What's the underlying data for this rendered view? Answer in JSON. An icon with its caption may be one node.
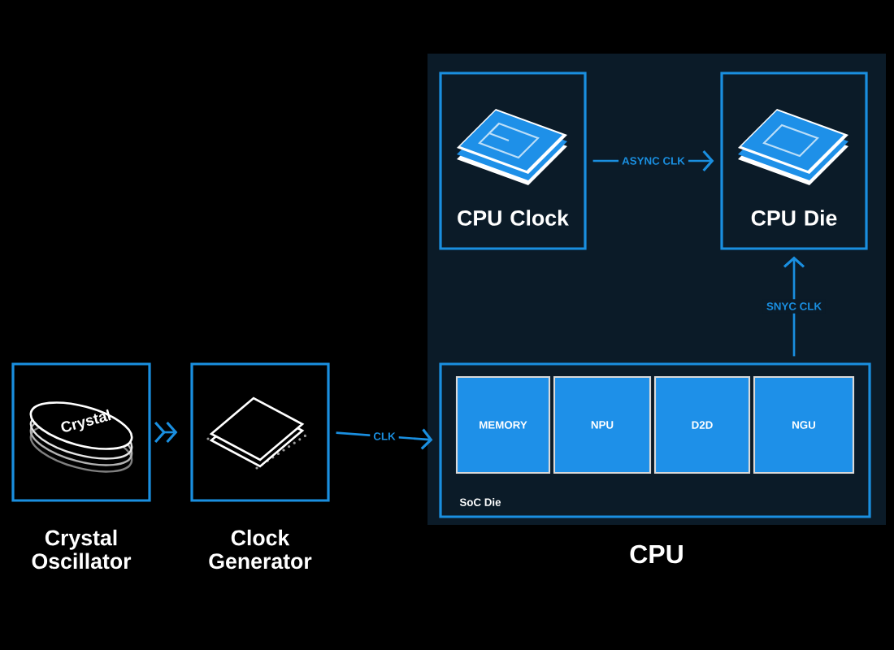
{
  "diagram": {
    "nodes": [
      {
        "text": [
          "CPU"
        ]
      },
      {
        "text": [
          "Crystal",
          "Crystal Oscillator"
        ]
      },
      {
        "text": [
          "Clock Generator"
        ]
      },
      {
        "text": [
          "CPU Clock"
        ],
        "in": 0
      },
      {
        "text": [
          "CPU Die"
        ],
        "in": 0
      },
      {
        "text": [
          "SoC Die"
        ],
        "in": 0
      },
      {
        "text": [
          "MEMORY"
        ],
        "in": 5
      },
      {
        "text": [
          "NPU"
        ],
        "in": 5
      },
      {
        "text": [
          "D2D"
        ],
        "in": 5
      },
      {
        "text": [
          "NGU"
        ],
        "in": 5
      }
    ],
    "edges": [
      {
        "from": 1,
        "to": 2,
        "arrow": "to"
      },
      {
        "from": 2,
        "to": 5,
        "arrow": "to",
        "label": "CLK"
      },
      {
        "from": 3,
        "to": 4,
        "arrow": "to",
        "label": "ASYNC CLK"
      },
      {
        "from": 5,
        "to": 4,
        "arrow": "to",
        "label": "SNYC CLK"
      }
    ]
  }
}
